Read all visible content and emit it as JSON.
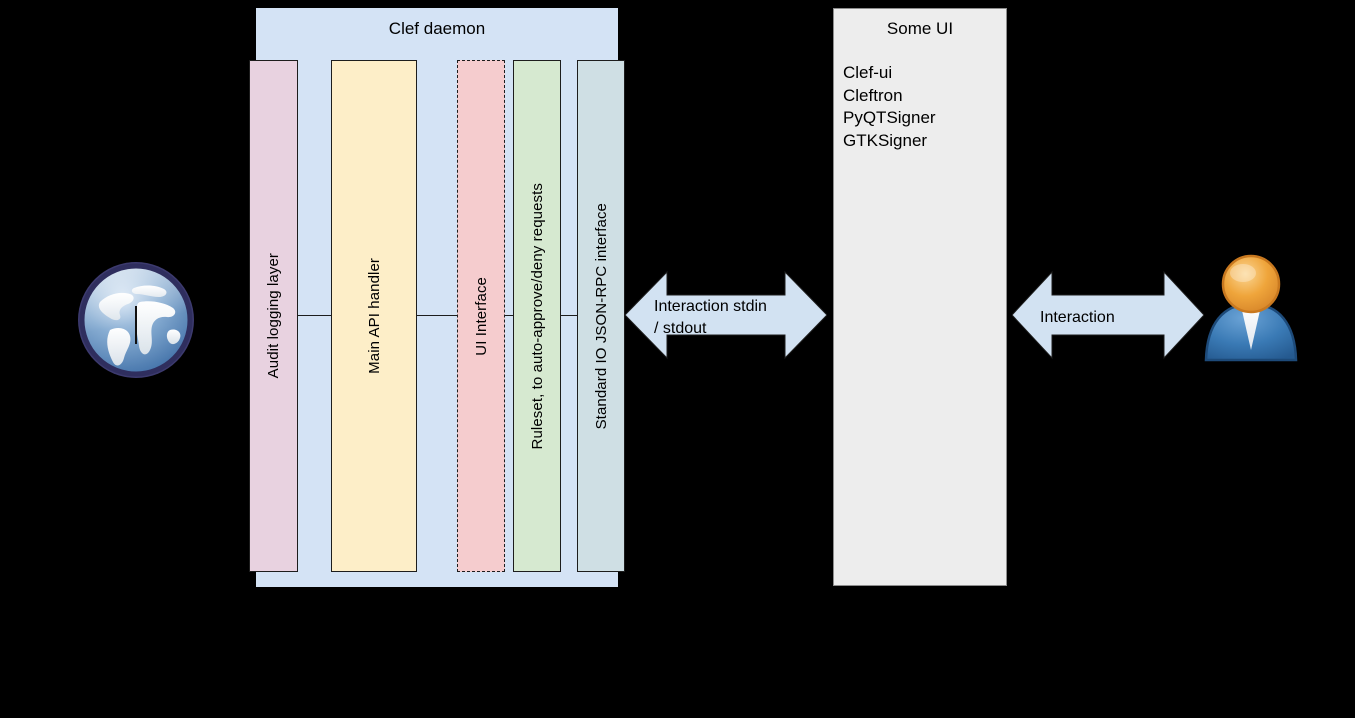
{
  "diagram": {
    "title_left": "Clef daemon",
    "title_right": "Some UI"
  },
  "daemon": {
    "label": "Clef daemon",
    "components": [
      {
        "name": "audit-logging-layer",
        "label": "Audit logging layer",
        "color": "#e8d2e0",
        "border": "solid"
      },
      {
        "name": "main-api-handler",
        "label": "Main API handler",
        "color": "#fdeec8",
        "border": "solid"
      },
      {
        "name": "ui-interface",
        "label": "UI Interface",
        "color": "#f5ccce",
        "border": "dashed"
      },
      {
        "name": "ruleset",
        "label": "Ruleset, to auto-approve/deny requests",
        "color": "#d6e9d0",
        "border": "solid"
      },
      {
        "name": "stdio-json-rpc",
        "label": "Standard IO JSON-RPC interface",
        "color": "#cfdfe4",
        "border": "solid"
      }
    ],
    "panel_color": "#d4e3f5"
  },
  "some_ui": {
    "label": "Some UI",
    "panel_color": "#ededed",
    "items": [
      "Clef-ui",
      "Cleftron",
      "PyQTSigner",
      "GTKSigner"
    ]
  },
  "arrows": [
    {
      "name": "interaction-stdio",
      "label": "Interaction stdin\n/ stdout",
      "color": "#d2e2f2"
    },
    {
      "name": "interaction-user",
      "label": "Interaction",
      "color": "#d2e2f2"
    }
  ],
  "icons": {
    "internet": "globe-icon",
    "user": "user-icon"
  },
  "colors": {
    "background": "#000000",
    "arrow_fill": "#d2e2f2",
    "stroke": "#1d1d1d"
  }
}
